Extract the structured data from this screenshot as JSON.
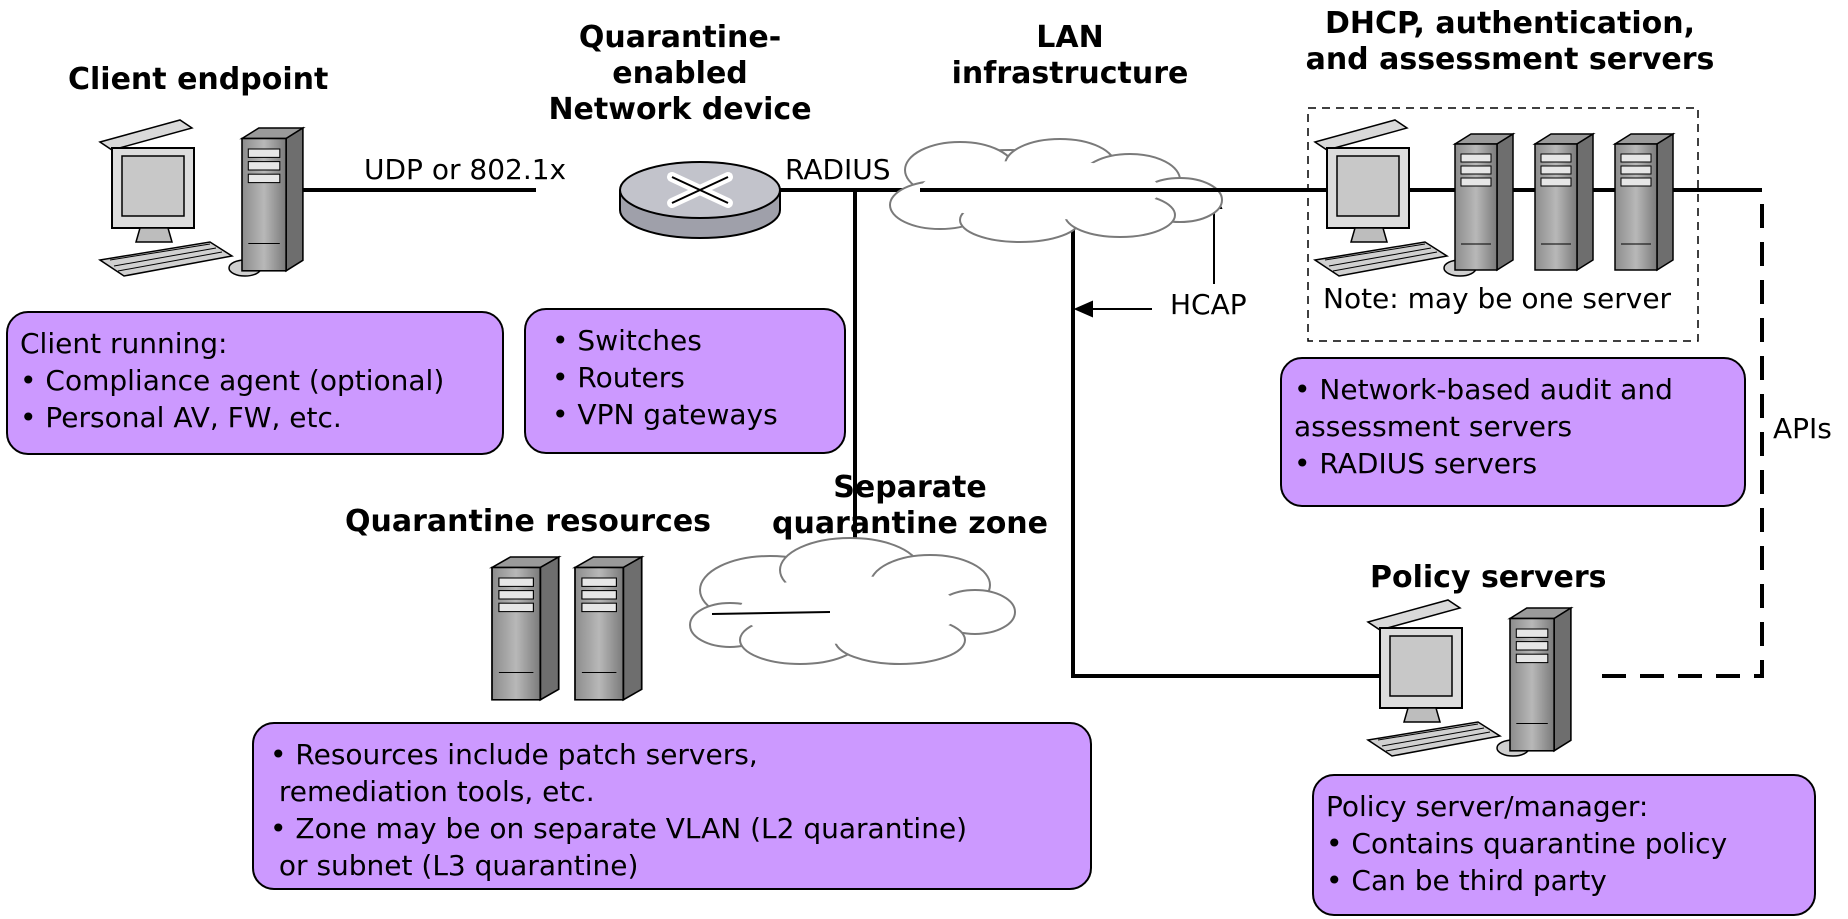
{
  "titles": {
    "client_endpoint": "Client endpoint",
    "network_device": [
      "Quarantine-",
      "enabled",
      "Network device"
    ],
    "lan": [
      "LAN",
      "infrastructure"
    ],
    "servers": [
      "DHCP, authentication,",
      "and assessment servers"
    ],
    "quarantine_resources": "Quarantine resources",
    "quarantine_zone": [
      "Separate",
      "quarantine zone"
    ],
    "policy_servers": "Policy servers"
  },
  "labels": {
    "udp": "UDP or 802.1x",
    "radius": "RADIUS",
    "hcap": "HCAP",
    "apis": "APIs",
    "note": "Note: may be one server"
  },
  "boxes": {
    "client": [
      "Client running:",
      "• Compliance agent (optional)",
      "• Personal AV, FW, etc."
    ],
    "device": [
      "• Switches",
      "• Routers",
      "• VPN gateways"
    ],
    "audit": [
      "• Network-based audit and",
      "assessment servers",
      "• RADIUS servers"
    ],
    "resources": [
      "• Resources include patch servers,",
      " remediation tools, etc.",
      "• Zone may be on separate VLAN (L2 quarantine)",
      " or subnet (L3 quarantine)"
    ],
    "policy": [
      "Policy server/manager:",
      "• Contains quarantine policy",
      "• Can be third party"
    ]
  },
  "colors": {
    "box_fill": "#cc99ff",
    "line": "#000000",
    "device_fill": "#b0b0b8"
  }
}
